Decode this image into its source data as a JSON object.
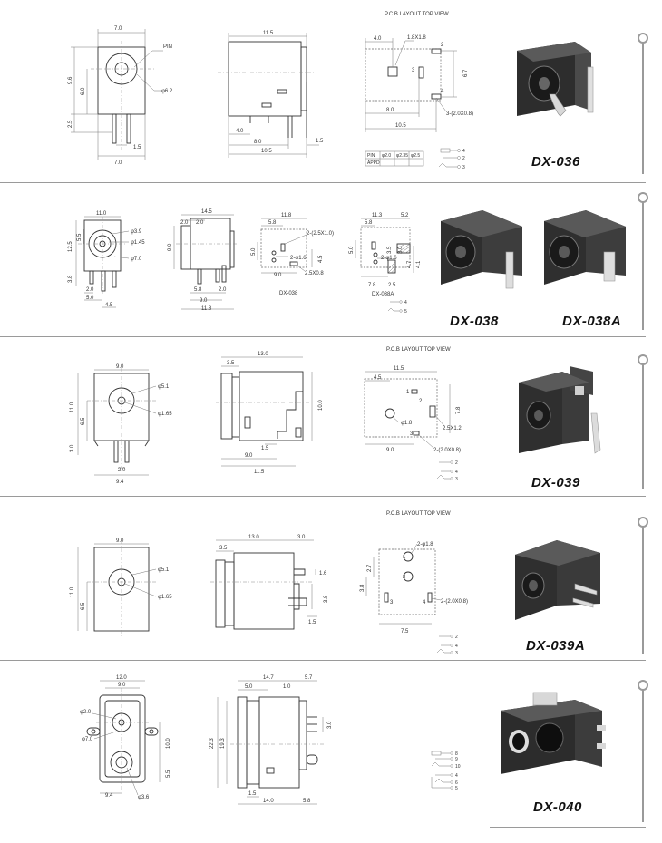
{
  "sections": [
    {
      "model": "DX-036",
      "header": "P.C.B LAYOUT    TOP VIEW",
      "dims": {
        "front_w": "7.0",
        "front_h": "9.6",
        "front_mid": "6.0",
        "front_pin": "2.5",
        "front_pitch": "1.5",
        "front_bottom": "7.0",
        "pin_label": "PIN",
        "dia": "φ6.2",
        "side_w": "11.5",
        "side_a": "4.0",
        "side_b": "8.0",
        "side_c": "10.5",
        "side_d": "1.5",
        "pcb_a": "4.0",
        "pcb_hole": "1.8X1.8",
        "pcb_h": "6.7",
        "pcb_b": "8.0",
        "pcb_c": "10.5",
        "pcb_slot": "3-(2.0X0.8)",
        "n2": "2",
        "n3": "3",
        "n4": "4"
      },
      "table": {
        "pin": "PIN",
        "appd": "APPD",
        "c1": "φ2.0",
        "c2": "φ2.35",
        "c3": "φ2.5"
      },
      "schematic": [
        "4",
        "2",
        "3"
      ]
    },
    {
      "model_a": "DX-038",
      "model_b": "DX-038A",
      "dims": {
        "front_w": "11.0",
        "d1": "φ3.9",
        "d2": "φ1.45",
        "d3": "φ7.0",
        "h1": "12.5",
        "h2": "5.5",
        "h3": "3.8",
        "p1": "2.0",
        "p2": "5.0",
        "p3": "4.5",
        "side_w": "14.5",
        "side_a": "2.0",
        "side_b": "2.0",
        "side_h": "9.0",
        "side_c": "5.8",
        "side_d": "9.0",
        "side_e": "2.0",
        "side_f": "11.8",
        "l1_w": "11.8",
        "l1_a": "5.8",
        "l1_b": "5.0",
        "l1_slot": "2-(2.5X1.0)",
        "l1_hole": "2-φ1.6",
        "l1_c": "4.5",
        "l1_d": "9.0",
        "l1_e": "2.5X0.8",
        "l1_name": "DX-038",
        "l2_w": "11.3",
        "l2_x": "5.2",
        "l2_a": "5.8",
        "l2_b": "5.0",
        "l2_hole": "2-φ1.6",
        "l2_c": "7.8",
        "l2_d": "3.5",
        "l2_e": "3.0",
        "l2_f": "4.7",
        "l2_g": "4.1",
        "l2_h": "2.5",
        "l2_name": "DX-038A"
      },
      "schematic": [
        "4",
        "5"
      ]
    },
    {
      "model": "DX-039",
      "header": "P.C.B LAYOUT    TOP VIEW",
      "dims": {
        "front_w": "9.0",
        "front_h": "11.0",
        "front_mid": "6.5",
        "front_pin": "3.0",
        "front_p": "2.0",
        "front_bottom": "9.4",
        "d1": "φ5.1",
        "d2": "φ1.65",
        "side_w": "13.0",
        "side_a": "3.5",
        "side_h": "10.0",
        "side_b": "1.5",
        "side_c": "9.0",
        "side_d": "11.5",
        "pcb_w": "11.5",
        "pcb_a": "4.5",
        "pcb_h": "7.8",
        "pcb_hole": "φ1.8",
        "pcb_slot1": "2.5X1.2",
        "pcb_b": "9.0",
        "pcb_slot2": "2-(2.0X0.8)",
        "n1": "1",
        "n2": "2",
        "n3": "3"
      },
      "schematic": [
        "2",
        "4",
        "3"
      ]
    },
    {
      "model": "DX-039A",
      "header": "P.C.B LAYOUT    TOP VIEW",
      "dims": {
        "front_w": "9.0",
        "front_h": "11.0",
        "front_mid": "6.5",
        "d1": "φ5.1",
        "d2": "φ1.65",
        "side_w": "13.0",
        "side_a": "3.5",
        "side_b": "3.0",
        "side_c": "1.6",
        "side_d": "3.8",
        "side_e": "1.5",
        "pcb_hole": "2-φ1.8",
        "pcb_a": "2.7",
        "pcb_b": "3.8",
        "pcb_slot": "2-(2.0X0.8)",
        "pcb_w": "7.5",
        "n1": "1",
        "n2": "2",
        "n3": "3",
        "n4": "4"
      },
      "schematic": [
        "2",
        "4",
        "3"
      ]
    },
    {
      "model": "DX-040",
      "dims": {
        "front_w": "12.0",
        "front_w2": "9.0",
        "d1": "φ2.0",
        "d2": "φ7.0",
        "front_h": "10.0",
        "front_b": "5.5",
        "front_c": "9.4",
        "d3": "φ3.6",
        "side_a": "14.7",
        "side_b": "5.7",
        "side_c": "5.0",
        "side_d": "1.0",
        "side_h1": "22.3",
        "side_h2": "19.3",
        "side_e": "3.0",
        "side_f": "1.5",
        "side_g": "14.0",
        "side_i": "5.8"
      },
      "schematic": [
        "8",
        "9",
        "10",
        "4",
        "6",
        "5"
      ]
    }
  ]
}
